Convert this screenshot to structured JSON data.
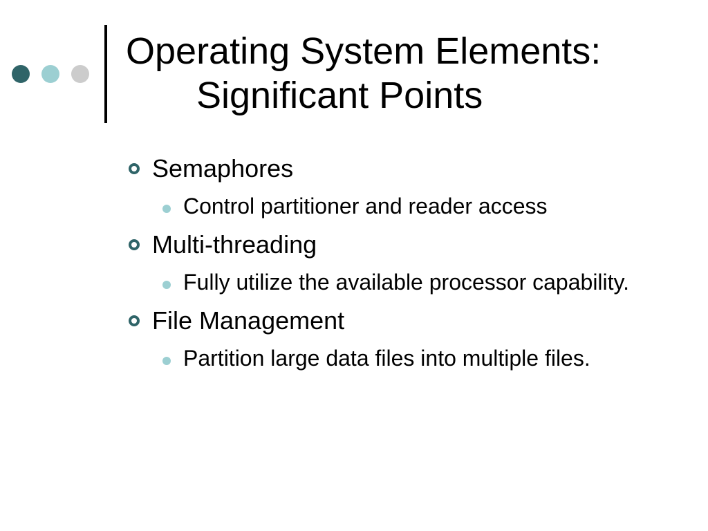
{
  "title": {
    "line1": "Operating System Elements:",
    "line2": "Significant Points"
  },
  "decoration": {
    "dot_colors": [
      "#2f6468",
      "#9ccfd2",
      "#cccccc"
    ],
    "bullet_color": "#2f6468",
    "sub_bullet_color": "#9ccfd2"
  },
  "bullets": [
    {
      "text": "Semaphores",
      "sub": "Control partitioner and reader access"
    },
    {
      "text": "Multi-threading",
      "sub": "Fully utilize the available processor capability."
    },
    {
      "text": "File Management",
      "sub": "Partition large data files into multiple files."
    }
  ]
}
